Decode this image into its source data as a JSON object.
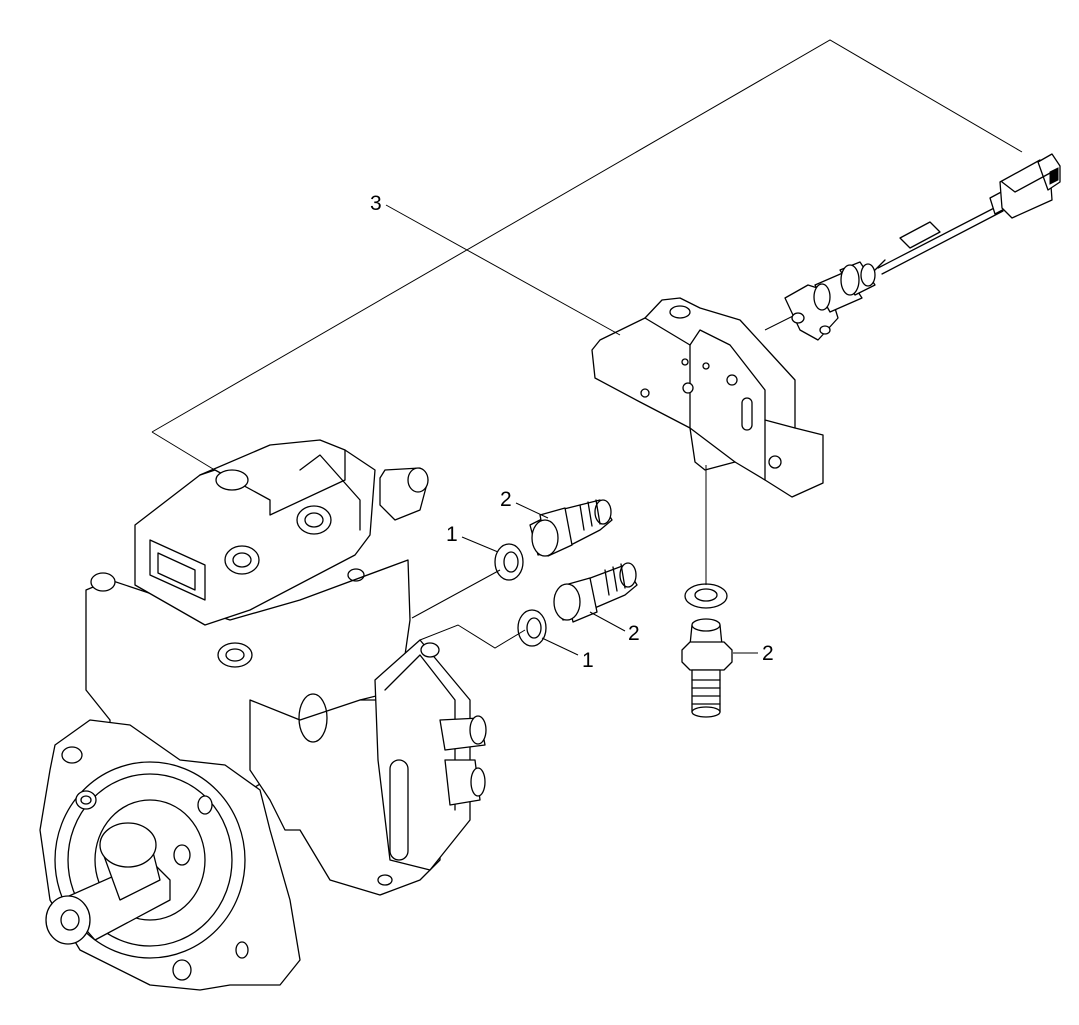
{
  "diagram": {
    "callouts": [
      {
        "id": "callout-3",
        "text": "3"
      },
      {
        "id": "callout-2-upper",
        "text": "2"
      },
      {
        "id": "callout-1-upper",
        "text": "1"
      },
      {
        "id": "callout-2-middle",
        "text": "2"
      },
      {
        "id": "callout-1-lower",
        "text": "1"
      },
      {
        "id": "callout-2-right",
        "text": "2"
      }
    ]
  }
}
